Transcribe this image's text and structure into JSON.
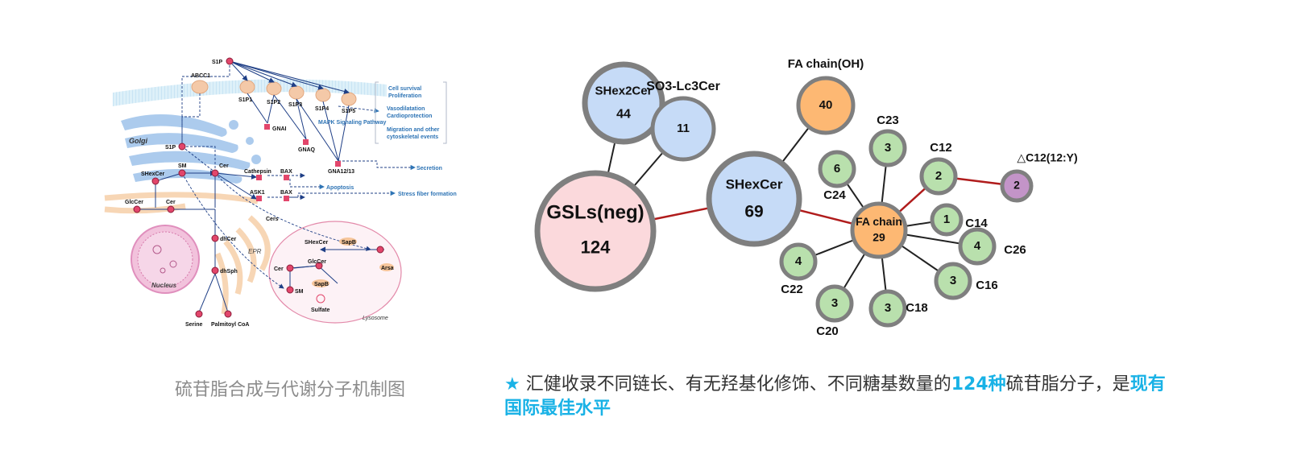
{
  "left_figure": {
    "caption": "硫苷脂合成与代谢分子机制图",
    "labels": {
      "s1p_top": "S1P",
      "abcc1": "ABCC1",
      "r1": "S1P1",
      "r2": "S1P2",
      "r3": "S1P3",
      "r4": "S1P4",
      "r5": "S1P5",
      "golgi": "Golgi",
      "s1p": "S1P",
      "sm": "SM",
      "cer": "Cer",
      "shexcer": "SHexCer",
      "glccer": "GlcCer",
      "cer2": "Cer",
      "dhcer": "dhCer",
      "dhsph": "dhSph",
      "serine": "Serine",
      "palm": "Palmitoyl CoA",
      "nucleus": "Nucleus",
      "epr": "EPR",
      "gnai": "GNAI",
      "gnaq": "GNAQ",
      "gna": "GNA12/13",
      "cathepsin": "Cathepsin",
      "bax1": "BAX",
      "ask1": "ASK1",
      "bax2": "BAX",
      "cers": "Cers",
      "mapk": "MAPK Signaling Pathway",
      "out1a": "Cell survival",
      "out1b": "Proliferation",
      "out2a": "Vasodilatation",
      "out2b": "Cardioprotection",
      "out3a": "Migration and other",
      "out3b": "cytoskeletal events",
      "secretion": "Secretion",
      "apoptosis": "Apoptosis",
      "stress": "Stress fiber formation",
      "lys_shex": "SHexCer",
      "sapb1": "SapB",
      "lys_glc": "GlcCer",
      "lys_cer": "Cer",
      "arsa": "Arsa",
      "sapb2": "SapB",
      "lys_sm": "SM",
      "sulfate": "Sulfate",
      "lysosome": "Lysosome"
    }
  },
  "network": {
    "nodes": [
      {
        "id": "shex2cer",
        "label": "SHex2Cer",
        "value": "44",
        "fill": "#c6dbf7"
      },
      {
        "id": "so3",
        "label": "SO3-Lc3Cer",
        "value": "11",
        "fill": "#c6dbf7"
      },
      {
        "id": "gsls",
        "label": "GSLs(neg)",
        "value": "124",
        "fill": "#fbd9dc"
      },
      {
        "id": "shexcer",
        "label": "SHexCer",
        "value": "69",
        "fill": "#c6dbf7"
      },
      {
        "id": "fa_oh",
        "label": "FA chain(OH)",
        "value": "40",
        "fill": "#fdb873"
      },
      {
        "id": "fa",
        "label": "FA chain",
        "value": "29",
        "fill": "#fdb873"
      },
      {
        "id": "c12y",
        "label": "△C12(12:Y)",
        "value": "2",
        "fill": "#c394c8"
      },
      {
        "id": "c23",
        "label": "C23",
        "value": "3",
        "fill": "#b9e0ad"
      },
      {
        "id": "c24",
        "label": "C24",
        "value": "6",
        "fill": "#b9e0ad"
      },
      {
        "id": "c12",
        "label": "C12",
        "value": "2",
        "fill": "#b9e0ad"
      },
      {
        "id": "c14",
        "label": "C14",
        "value": "1",
        "fill": "#b9e0ad"
      },
      {
        "id": "c26",
        "label": "C26",
        "value": "4",
        "fill": "#b9e0ad"
      },
      {
        "id": "c16",
        "label": "C16",
        "value": "3",
        "fill": "#b9e0ad"
      },
      {
        "id": "c18",
        "label": "C18",
        "value": "3",
        "fill": "#b9e0ad"
      },
      {
        "id": "c20",
        "label": "C20",
        "value": "3",
        "fill": "#b9e0ad"
      },
      {
        "id": "c22",
        "label": "C22",
        "value": "4",
        "fill": "#b9e0ad"
      }
    ],
    "edges": [
      {
        "from": "shex2cer",
        "to": "gsls",
        "color": "#222222"
      },
      {
        "from": "so3",
        "to": "gsls",
        "color": "#222222"
      },
      {
        "from": "gsls",
        "to": "shexcer",
        "color": "#b01c1c"
      },
      {
        "from": "shexcer",
        "to": "fa_oh",
        "color": "#222222"
      },
      {
        "from": "shexcer",
        "to": "fa",
        "color": "#b01c1c"
      },
      {
        "from": "fa",
        "to": "c23",
        "color": "#222222"
      },
      {
        "from": "fa",
        "to": "c24",
        "color": "#222222"
      },
      {
        "from": "fa",
        "to": "c12",
        "color": "#b01c1c"
      },
      {
        "from": "fa",
        "to": "c14",
        "color": "#222222"
      },
      {
        "from": "fa",
        "to": "c26",
        "color": "#222222"
      },
      {
        "from": "fa",
        "to": "c16",
        "color": "#222222"
      },
      {
        "from": "fa",
        "to": "c18",
        "color": "#222222"
      },
      {
        "from": "fa",
        "to": "c20",
        "color": "#222222"
      },
      {
        "from": "fa",
        "to": "c22",
        "color": "#222222"
      },
      {
        "from": "c12",
        "to": "c12y",
        "color": "#b01c1c"
      }
    ]
  },
  "caption_right": {
    "star": "★",
    "part1": " 汇健收录不同链长、有无羟基化修饰、不同糖基数量的",
    "highlight1": "124种",
    "part2": "硫苷脂分子，是",
    "highlight2": "现有国际最佳水平"
  },
  "colors": {
    "accent": "#19b2e6",
    "node_border": "#7f7f7f",
    "red_edge": "#b01c1c"
  }
}
